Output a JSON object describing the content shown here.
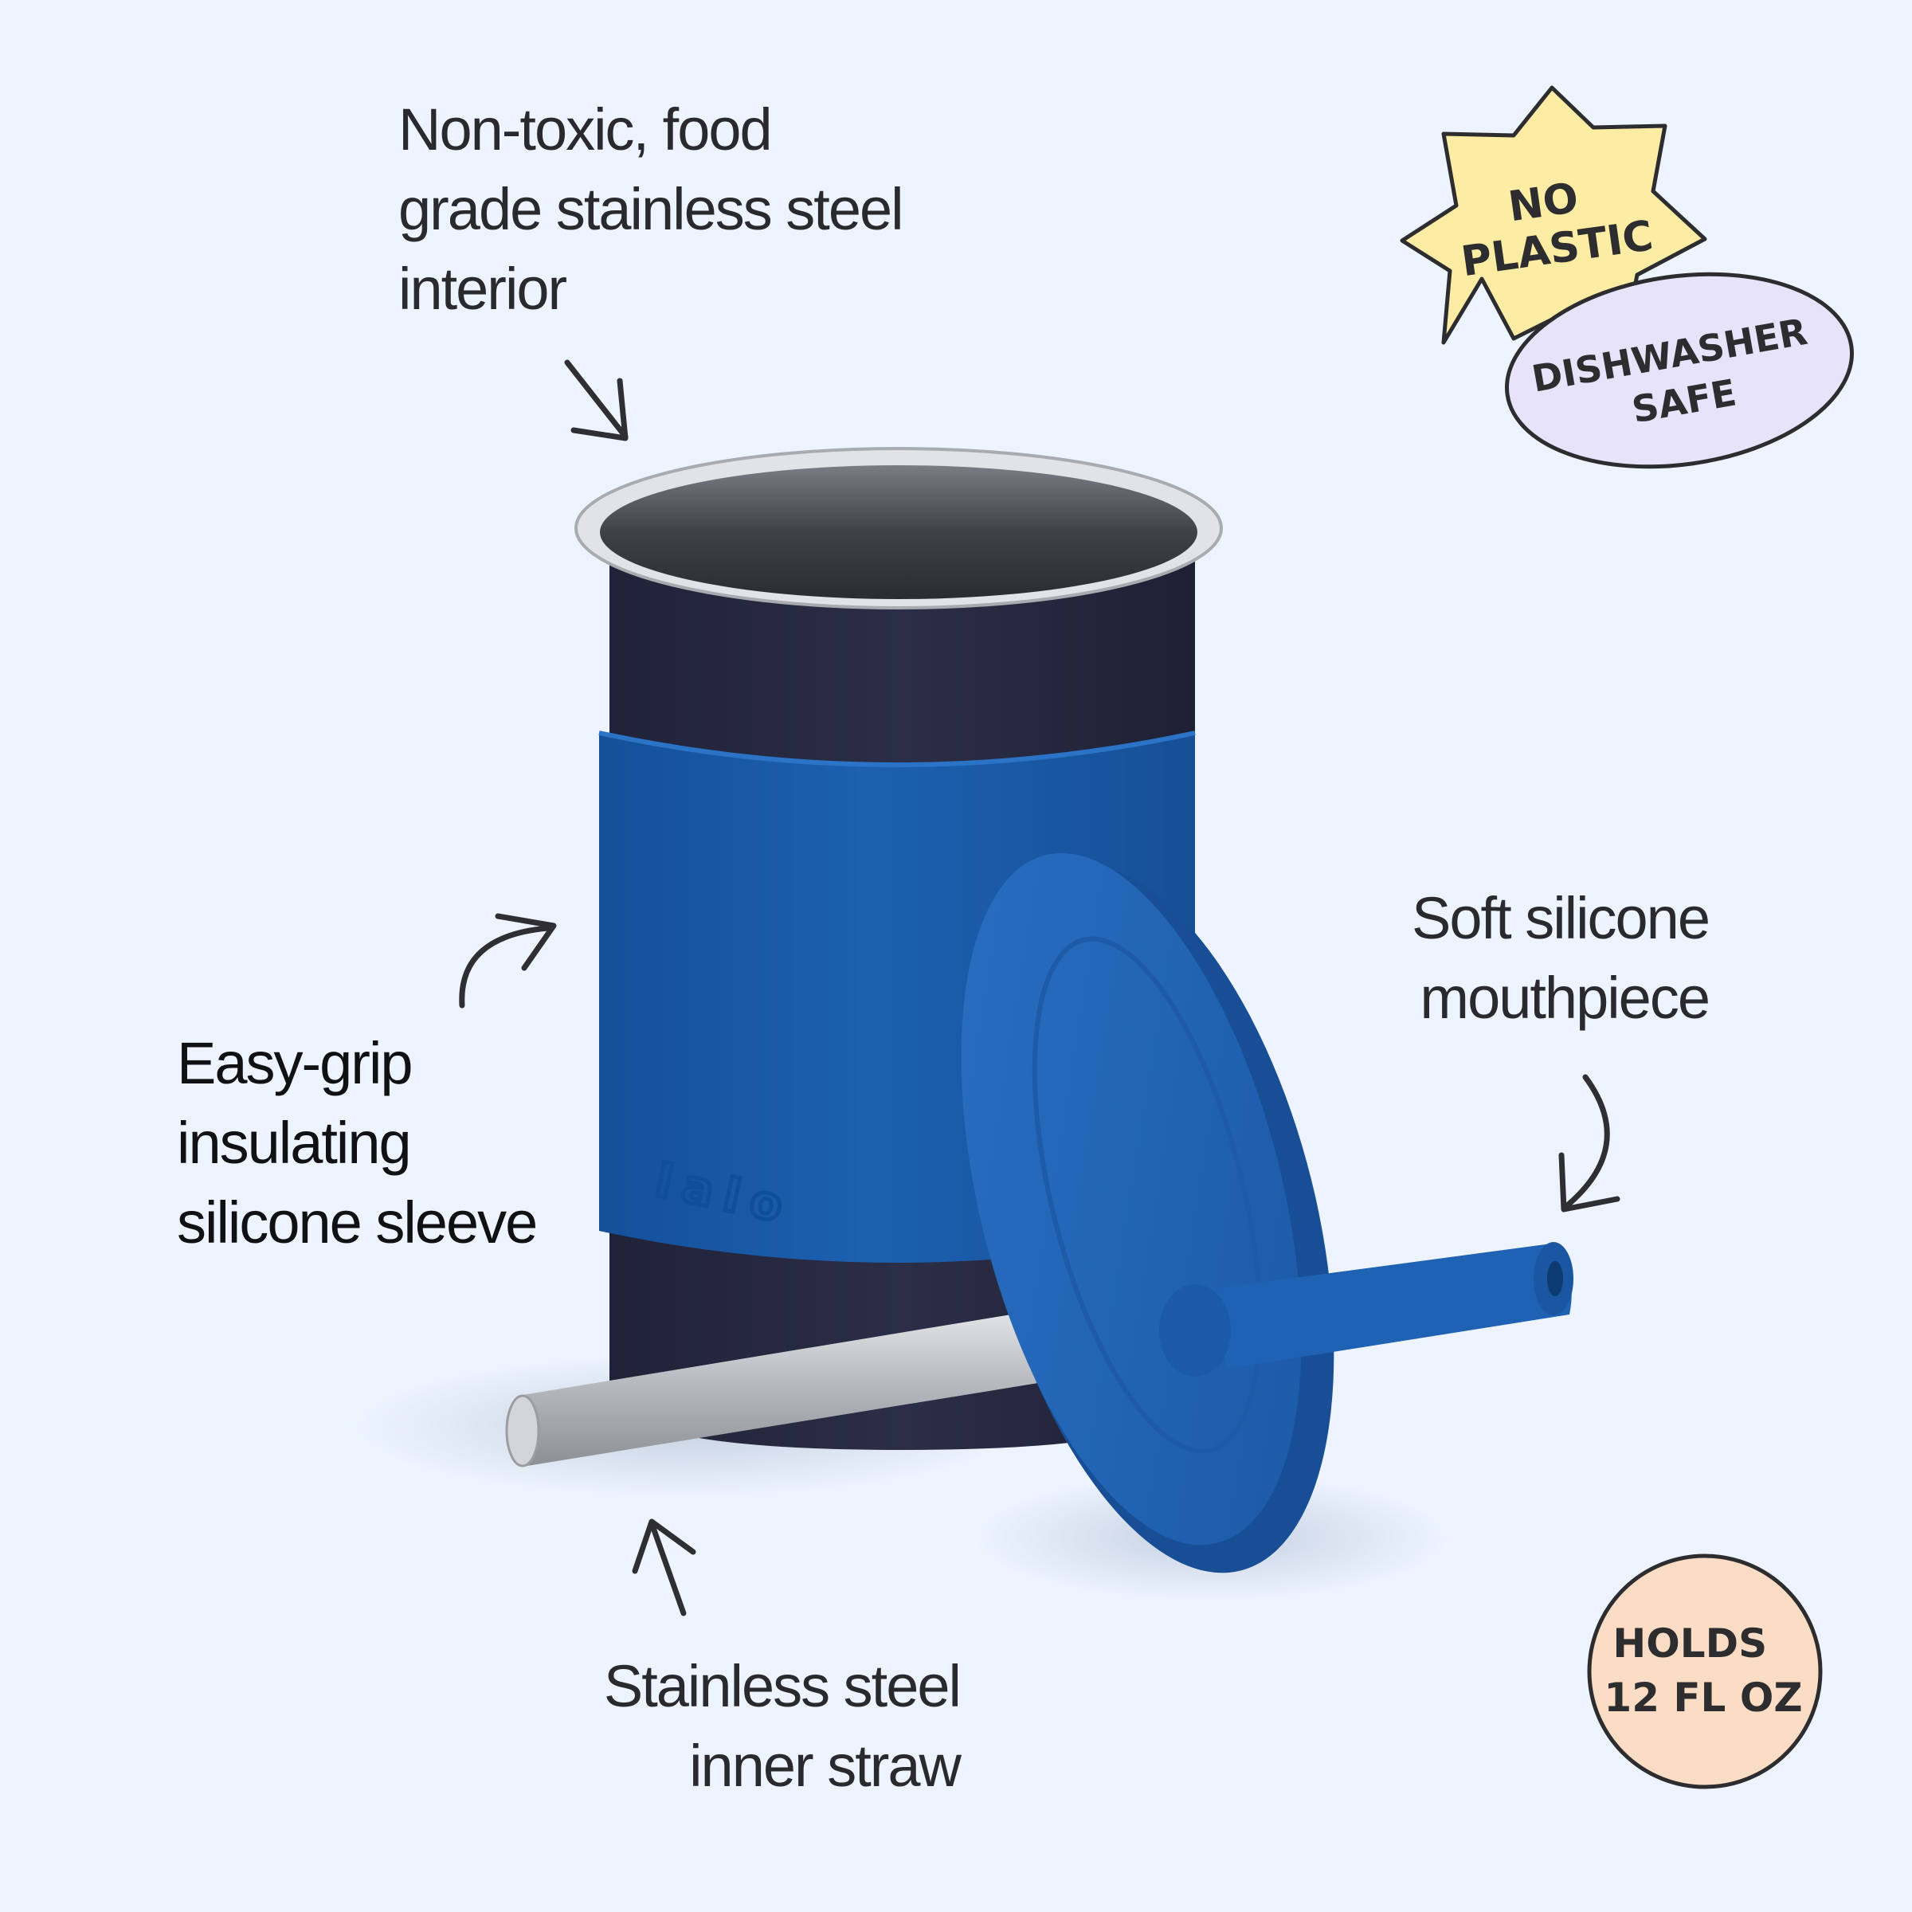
{
  "callouts": {
    "interior": {
      "lines": [
        "Non-toxic, food",
        "grade stainless steel",
        "interior"
      ]
    },
    "sleeve": {
      "lines": [
        "Easy-grip",
        "insulating",
        "silicone sleeve"
      ]
    },
    "mouthpiece": {
      "lines": [
        "Soft silicone",
        "mouthpiece"
      ]
    },
    "straw": {
      "lines": [
        "Stainless steel",
        "inner straw"
      ]
    }
  },
  "badges": {
    "no_plastic": {
      "lines": [
        "NO",
        "PLASTIC"
      ],
      "color": "#fdeca4"
    },
    "dishwasher": {
      "lines": [
        "DISHWASHER",
        "SAFE"
      ],
      "color": "#e7e3fb"
    },
    "holds": {
      "lines": [
        "HOLDS",
        "12 FL OZ"
      ],
      "color": "#fbdcc4"
    }
  },
  "product": {
    "logo": "lalo",
    "colors": {
      "sleeve": "#1c5fae",
      "cup": "#25283f",
      "lid": "#2266b8",
      "steel": "#c9cbcf"
    }
  },
  "icons": [
    "arrow-down-right-icon",
    "arrow-up-right-icon",
    "arrow-down-left-icon",
    "arrow-up-icon"
  ]
}
